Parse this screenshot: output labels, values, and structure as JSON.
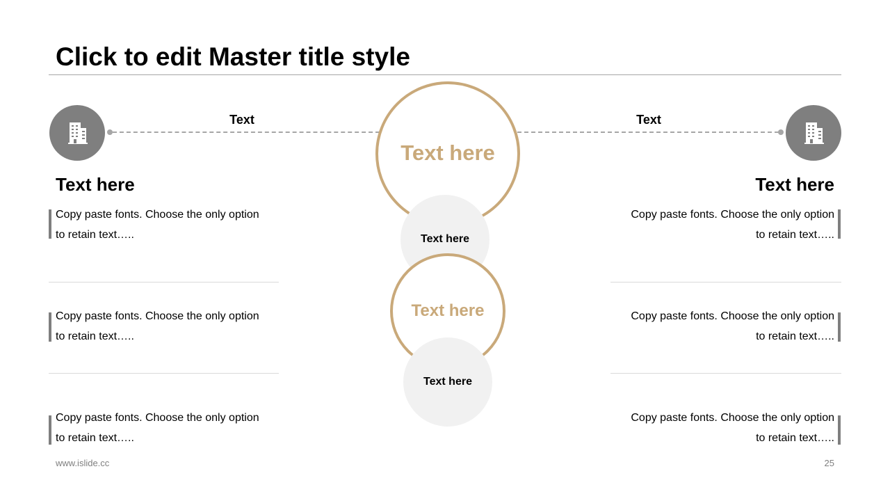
{
  "slide": {
    "title": "Click to edit Master title style",
    "footer_left": "www.islide.cc",
    "page_number": "25"
  },
  "colors": {
    "accent_gold": "#c9a97a",
    "icon_gray": "#7f7f7f",
    "disc_gray": "#f1f1f1"
  },
  "connectors": {
    "left_label": "Text",
    "right_label": "Text"
  },
  "icons": {
    "left": "building-icon",
    "right": "building-icon"
  },
  "left": {
    "heading": "Text here",
    "items": [
      {
        "line1": "Copy paste fonts. Choose the only option",
        "line2": "to retain text….."
      },
      {
        "line1": "Copy paste fonts. Choose the only option",
        "line2": "to retain text….."
      },
      {
        "line1": "Copy paste fonts. Choose the only option",
        "line2": "to retain text….."
      }
    ]
  },
  "right": {
    "heading": "Text here",
    "items": [
      {
        "line1": "Copy paste fonts. Choose the only option",
        "line2": "to retain text….."
      },
      {
        "line1": "Copy paste fonts. Choose the only option",
        "line2": "to retain text….."
      },
      {
        "line1": "Copy paste fonts. Choose the only option",
        "line2": "to retain text….."
      }
    ]
  },
  "center": {
    "big_ring_text": "Text here",
    "disc1_text": "Text here",
    "mid_ring_text": "Text here",
    "disc2_text": "Text here"
  }
}
